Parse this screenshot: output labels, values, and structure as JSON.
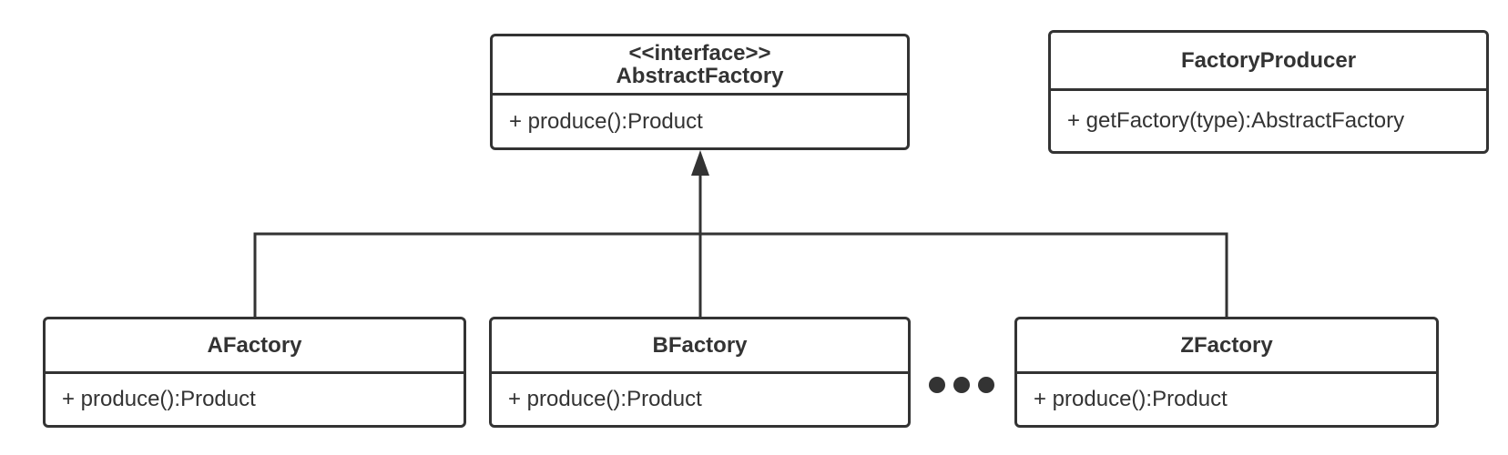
{
  "abstract_factory": {
    "stereotype": "<<interface>>",
    "name": "AbstractFactory",
    "method": "+ produce():Product"
  },
  "factory_producer": {
    "name": "FactoryProducer",
    "method": "+ getFactory(type):AbstractFactory"
  },
  "factories": [
    {
      "name": "AFactory",
      "method": "+ produce():Product"
    },
    {
      "name": "BFactory",
      "method": "+ produce():Product"
    },
    {
      "name": "ZFactory",
      "method": "+ produce():Product"
    }
  ],
  "colors": {
    "stroke": "#333333",
    "background": "#ffffff"
  }
}
